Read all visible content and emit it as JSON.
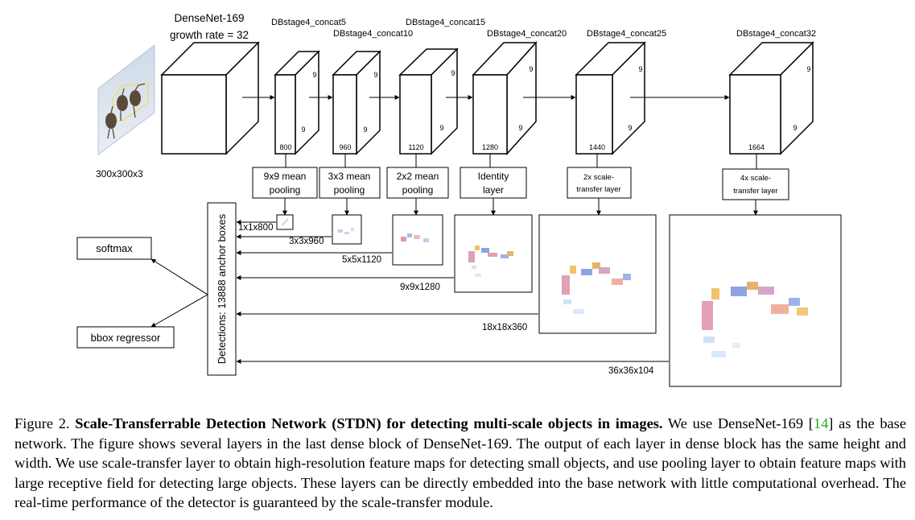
{
  "figure": {
    "input_label": "300x300x3",
    "base_network_label": "DenseNet-169",
    "growth_rate_label": "growth rate = 32",
    "blocks": [
      {
        "name": "DBstage4_concat5",
        "channels": "800",
        "dim": "9"
      },
      {
        "name": "DBstage4_concat10",
        "channels": "960",
        "dim": "9"
      },
      {
        "name": "DBstage4_concat15",
        "channels": "1120",
        "dim": "9"
      },
      {
        "name": "DBstage4_concat20",
        "channels": "1280",
        "dim": "9"
      },
      {
        "name": "DBstage4_concat25",
        "channels": "1440",
        "dim": "9"
      },
      {
        "name": "DBstage4_concat32",
        "channels": "1664",
        "dim": "9"
      }
    ],
    "ops": [
      [
        "9x9 mean",
        "pooling"
      ],
      [
        "3x3 mean",
        "pooling"
      ],
      [
        "2x2 mean",
        "pooling"
      ],
      [
        "Identity",
        "layer"
      ],
      [
        "2x scale-",
        "transfer layer"
      ],
      [
        "4x scale-",
        "transfer layer"
      ]
    ],
    "maps": [
      "1x1x800",
      "3x3x960",
      "5x5x1120",
      "9x9x1280",
      "18x18x360",
      "36x36x104"
    ],
    "detections_label": "Detections: 13888 anchor boxes",
    "softmax_label": "softmax",
    "bbox_label": "bbox regressor"
  },
  "caption": {
    "prefix": "Figure 2.",
    "title": "Scale-Transferrable Detection Network (STDN) for detecting multi-scale objects in images.",
    "text_before_ref": "We use DenseNet-169 [",
    "ref": "14",
    "text_after_ref": "] as the base network. The figure shows several layers in the last dense block of DenseNet-169. The output of each layer in dense block has the same height and width. We use scale-transfer layer to obtain high-resolution feature maps for detecting small objects, and use pooling layer to obtain feature maps with large receptive field for detecting large objects. These layers can be directly embedded into the base network with little computational overhead. The real-time performance of the detector is guaranteed by the scale-transfer module."
  }
}
